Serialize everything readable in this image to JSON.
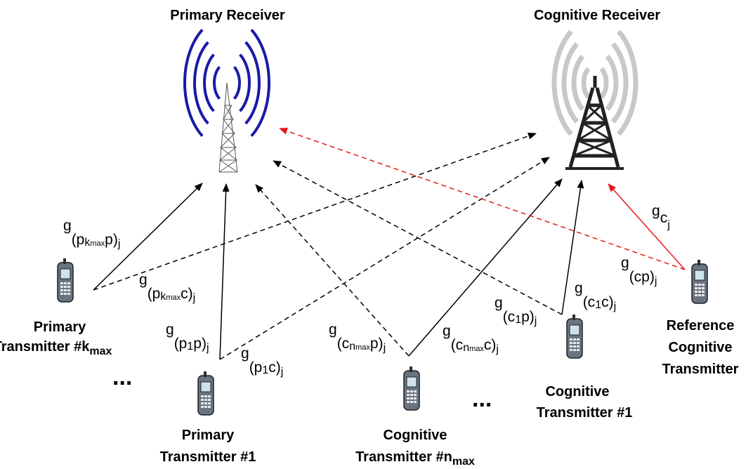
{
  "receivers": {
    "primary": {
      "label": "Primary Receiver",
      "wave_color": "#1a1aa8"
    },
    "cognitive": {
      "label": "Cognitive Receiver",
      "wave_color": "#c8c8c8"
    }
  },
  "transmitters": {
    "primary_kmax": {
      "line1": "Primary",
      "line2": "Transmitter #k",
      "sub": "max"
    },
    "primary_1": {
      "line1": "Primary",
      "line2": "Transmitter #1"
    },
    "cognitive_nmax": {
      "line1": "Cognitive",
      "line2": "Transmitter #n",
      "sub": "max"
    },
    "cognitive_1": {
      "line1": "Cognitive",
      "line2": "Transmitter #1"
    },
    "reference": {
      "line1": "Reference",
      "line2": "Cognitive",
      "line3": "Transmitter"
    }
  },
  "ellipsis": "...",
  "gains": {
    "g_symbol": "g",
    "pkmax_p": {
      "open": "(p",
      "sub": "k",
      "subsub": "max",
      "close": "p)",
      "j": "j"
    },
    "pkmax_c": {
      "open": "(p",
      "sub": "k",
      "subsub": "max",
      "close": "c)",
      "j": "j"
    },
    "p1_p": {
      "open": "(p",
      "sub": "1",
      "close": "p)",
      "j": "j"
    },
    "p1_c": {
      "open": "(p",
      "sub": "1",
      "close": "c)",
      "j": "j"
    },
    "cnmax_p": {
      "open": "(c",
      "sub": "n",
      "subsub": "max",
      "close": "p)",
      "j": "j"
    },
    "cnmax_c": {
      "open": "(c",
      "sub": "n",
      "subsub": "max",
      "close": "c)",
      "j": "j"
    },
    "c1_p": {
      "open": "(c",
      "sub": "1",
      "close": "p)",
      "j": "j"
    },
    "c1_c": {
      "open": "(c",
      "sub": "1",
      "close": "c)",
      "j": "j"
    },
    "cp": {
      "open": "(cp)",
      "j": "j"
    },
    "c": {
      "open": "c",
      "j": "j"
    }
  },
  "colors": {
    "link": "#000000",
    "reference_link": "#e8191b",
    "tower_cognitive": "#222222",
    "tower_primary": "#555555"
  }
}
